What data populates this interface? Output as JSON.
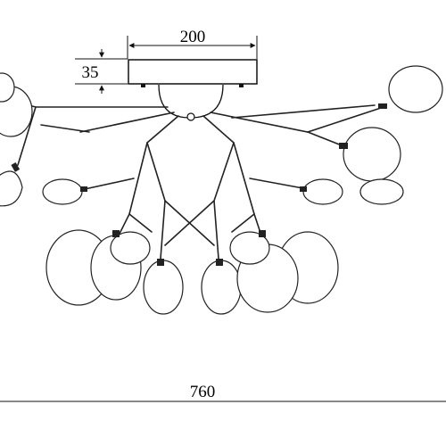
{
  "dimensions": {
    "canopy_width": "200",
    "canopy_height": "35",
    "total_width": "760"
  }
}
